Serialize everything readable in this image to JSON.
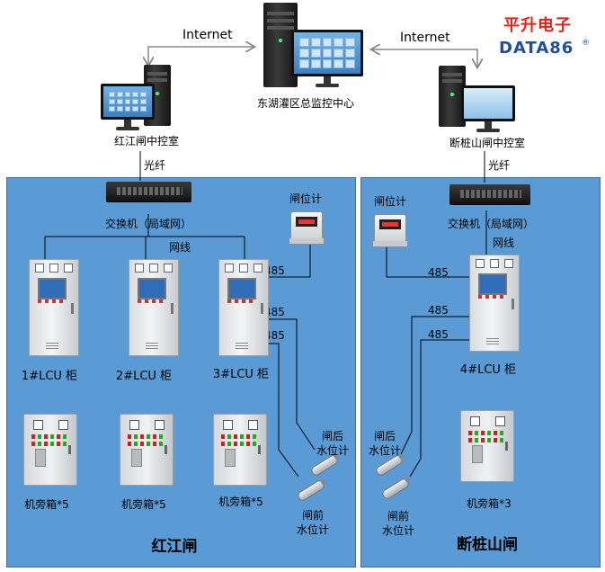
{
  "top": {
    "internet_left": "Internet",
    "internet_right": "Internet",
    "center_label": "东湖灌区总监控中心",
    "left_station": "红江闸中控室",
    "right_station": "断桩山闸中控室",
    "fiber_left": "光纤",
    "fiber_right": "光纤"
  },
  "logo": {
    "cn": "平升电子",
    "en": "DATA86",
    "reg": "®",
    "cn_color": "#e2231a",
    "en_color": "#1f4e9b"
  },
  "left_region": {
    "switch_label": "交换机（局域网）",
    "network_label": "网线",
    "gate_meter_label": "闸位计",
    "link_meter": "485",
    "link_rear": "485",
    "link_front": "485",
    "cabinets": [
      "1#LCU 柜",
      "2#LCU 柜",
      "3#LCU 柜"
    ],
    "boxes": [
      "机旁箱*5",
      "机旁箱*5",
      "机旁箱*5"
    ],
    "rear_sensor_label": [
      "闸后",
      "水位计"
    ],
    "front_sensor_label": [
      "闸前",
      "水位计"
    ],
    "title": "红江闸"
  },
  "right_region": {
    "switch_label": "交换机（局域网）",
    "network_label": "网线",
    "gate_meter_label": "闸位计",
    "link_meter": "485",
    "link_rear": "485",
    "link_front": "485",
    "cabinets": [
      "4#LCU 柜"
    ],
    "boxes": [
      "机旁箱*3"
    ],
    "rear_sensor_label": [
      "闸后",
      "水位计"
    ],
    "front_sensor_label": [
      "闸前",
      "水位计"
    ],
    "title": "断桩山闸"
  },
  "colors": {
    "region_fill": "#5b9bd5",
    "line": "#000000",
    "led": "#39ff6b"
  }
}
